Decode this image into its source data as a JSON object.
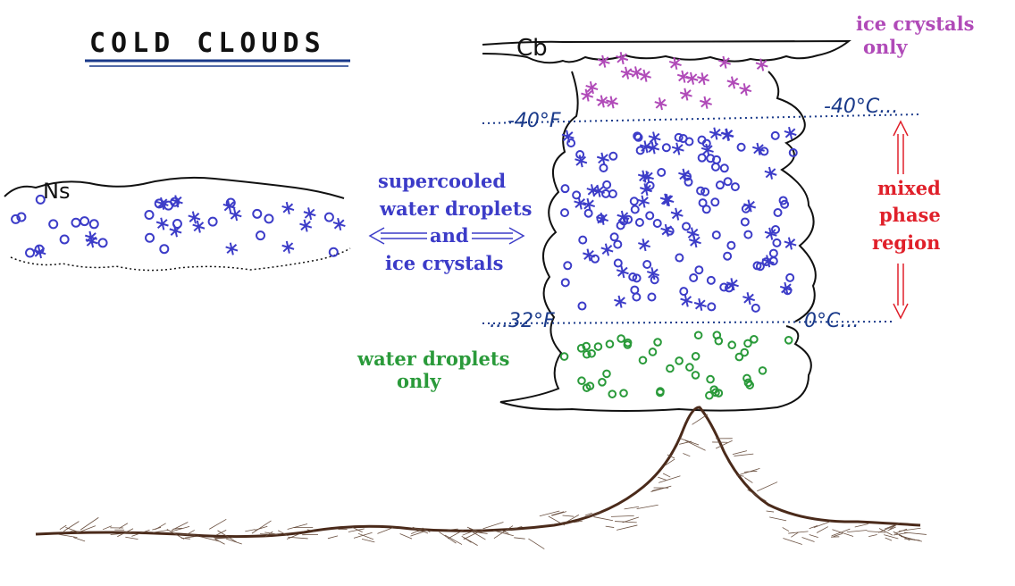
{
  "title": "COLD CLOUDS",
  "ns_cloud": {
    "label": "Ns"
  },
  "cb_cloud": {
    "label": "Cb",
    "top_left_temp": "-40°F",
    "top_right_temp": "-40°C...",
    "bottom_left_temp": "...32°F",
    "bottom_right_temp": "0°C..."
  },
  "labels": {
    "ice_crystals_only_line1": "ice crystals",
    "ice_crystals_only_line2": "only",
    "supercooled_line1": "supercooled",
    "supercooled_line2": "water droplets",
    "supercooled_line3": "and",
    "supercooled_line4": "ice crystals",
    "mixed_line1": "mixed",
    "mixed_line2": "phase",
    "mixed_line3": "region",
    "water_only_line1": "water droplets",
    "water_only_line2": "only"
  },
  "colors": {
    "ice": "#b04ab8",
    "mixed": "#3c3cc8",
    "water": "#2a9a3a",
    "red": "#e0202a",
    "ink": "#111111",
    "mountain": "#5a3a2a"
  }
}
